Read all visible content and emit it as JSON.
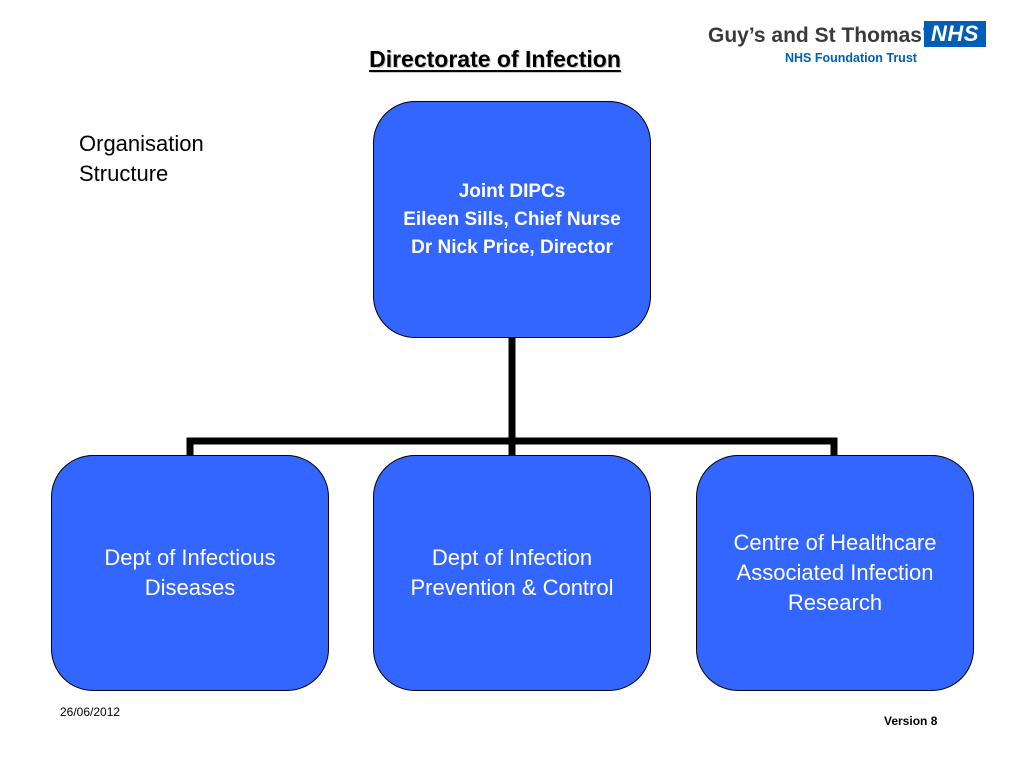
{
  "title": "Directorate of Infection",
  "subtitle": {
    "line1": "Organisation",
    "line2": "Structure"
  },
  "logo": {
    "org_name": "Guy’s and St Thomas’",
    "badge": "NHS",
    "subtitle": "NHS Foundation Trust",
    "brand_color": "#005eb8"
  },
  "colors": {
    "box_fill": "#3366ff",
    "box_text": "#ffffff",
    "connector": "#000000"
  },
  "top_node": {
    "line1": "Joint DIPCs",
    "line2": "Eileen Sills, Chief Nurse",
    "line3": "Dr Nick Price, Director"
  },
  "child_nodes": [
    {
      "line1": "Dept of Infectious",
      "line2": "Diseases"
    },
    {
      "line1": "Dept of Infection",
      "line2": "Prevention & Control"
    },
    {
      "line1": "Centre of Healthcare",
      "line2": "Associated Infection",
      "line3": "Research"
    }
  ],
  "footer": {
    "date": "26/06/2012",
    "version": "Version 8"
  }
}
